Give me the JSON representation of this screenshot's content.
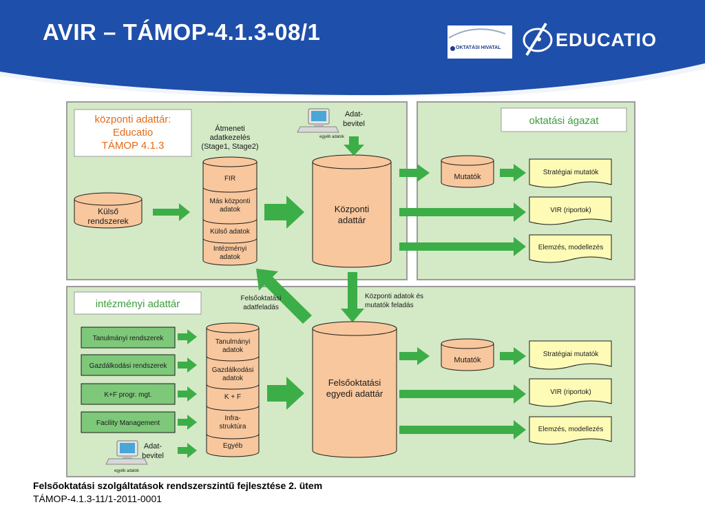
{
  "header": {
    "title": "AVIR – TÁMOP-4.1.3-08/1",
    "logo_oh_text": "OKTATÁSI HIVATAL",
    "logo_edu_text": "EDUCATIO",
    "colors": {
      "banner": "#1e4faa",
      "banner_dark": "#143a86"
    }
  },
  "diagram": {
    "colors": {
      "panel_fill": "#d4e9c6",
      "panel_border": "#9b9b9b",
      "cylinder_fill": "#f8c79d",
      "cylinder_stroke": "#1a1a1a",
      "arrow": "#3cae48",
      "green_box": "#7ec87a",
      "doc_fill": "#fdfbb6",
      "orange_text": "#e36b16",
      "green_text": "#3c9b3c"
    },
    "central_label": [
      "központi adattár:",
      "Educatio",
      "TÁMOP 4.1.3"
    ],
    "sector_label": "oktatási ágazat",
    "staging_title": [
      "Átmeneti",
      "adatkezelés",
      "(Stage1, Stage2)"
    ],
    "staging_layers": [
      [
        "FIR"
      ],
      [
        "Más központi",
        "adatok"
      ],
      [
        "Külső adatok"
      ],
      [
        "Intézményi",
        "adatok"
      ]
    ],
    "external_systems": [
      "Külső",
      "rendszerek"
    ],
    "central_store": [
      "Központi",
      "adattár"
    ],
    "data_input_top": [
      "Adat-",
      "bevitel"
    ],
    "computer_caption": "egyéb adatok",
    "indicators": "Mutatók",
    "outputs": [
      "Stratégiai mutatók",
      "VIR (riportok)",
      "Elemzés, modellezés"
    ],
    "institutional_label": "intézményi adattár",
    "upload_label": [
      "Felsőoktatási",
      "adatfeladás"
    ],
    "central_feed_label": [
      "Központi adatok és",
      "mutatók feladás"
    ],
    "source_systems": [
      "Tanulmányi rendszerek",
      "Gazdálkodási rendszerek",
      "K+F progr. mgt.",
      "Facility Management"
    ],
    "data_input_bottom": [
      "Adat-",
      "bevitel"
    ],
    "inst_layers": [
      [
        "Tanulmányi",
        "adatok"
      ],
      [
        "Gazdálkodási",
        "adatok"
      ],
      [
        "K + F"
      ],
      [
        "Infra-",
        "struktúra"
      ],
      [
        "Egyéb"
      ]
    ],
    "inst_store": [
      "Felsőoktatási",
      "egyedi adattár"
    ]
  },
  "footer": {
    "line1": "Felsőoktatási szolgáltatások rendszerszintű fejlesztése 2. ütem",
    "line2": "TÁMOP-4.1.3-11/1-2011-0001"
  }
}
